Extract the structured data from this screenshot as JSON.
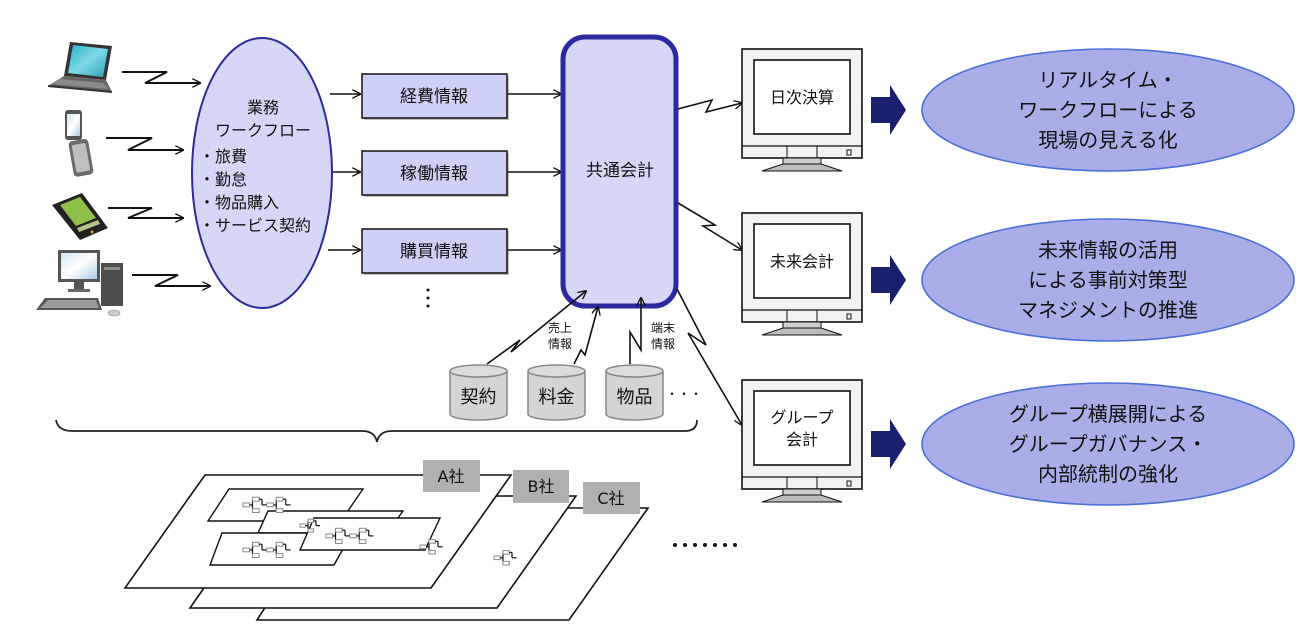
{
  "devices": [
    {
      "name": "laptop-icon"
    },
    {
      "name": "mobile-phone-icon"
    },
    {
      "name": "pda-icon"
    },
    {
      "name": "desktop-pc-icon"
    }
  ],
  "workflow": {
    "title_lines": [
      "業務",
      "ワークフロー"
    ],
    "items": [
      "・旅費",
      "・勤怠",
      "・物品購入",
      "・サービス契約"
    ]
  },
  "info_boxes": [
    "経費情報",
    "稼働情報",
    "購買情報"
  ],
  "info_boxes_more": "⋮",
  "center": {
    "label": "共通会計"
  },
  "databases": [
    "契約",
    "料金",
    "物品"
  ],
  "databases_more": "・・・",
  "db_annotations": {
    "sales": [
      "売上",
      "情報"
    ],
    "terminal": [
      "端末",
      "情報"
    ]
  },
  "monitors": [
    {
      "lines": [
        "日次決算"
      ]
    },
    {
      "lines": [
        "未来会計"
      ]
    },
    {
      "lines": [
        "グループ",
        "会計"
      ]
    }
  ],
  "results": [
    {
      "lines": [
        "リアルタイム・",
        "ワークフローによる",
        "現場の見える化"
      ]
    },
    {
      "lines": [
        "未来情報の活用",
        "による事前対策型",
        "マネジメントの推進"
      ]
    },
    {
      "lines": [
        "グループ横展開による",
        "グループガバナンス・",
        "内部統制の強化"
      ]
    }
  ],
  "companies": [
    "A社",
    "B社",
    "C社"
  ],
  "companies_more": "•••••••",
  "colors": {
    "box_fill": "#cfd0f5",
    "center_fill": "#d6d7f6",
    "center_stroke": "#2a2a9e",
    "ellipse_fill": "#a9aee8",
    "ellipse_stroke": "#4a6fd8",
    "arrow_fill": "#1a1f6e",
    "db_fill": "#d4d4d4",
    "company_tag": "#b0b0b0"
  }
}
